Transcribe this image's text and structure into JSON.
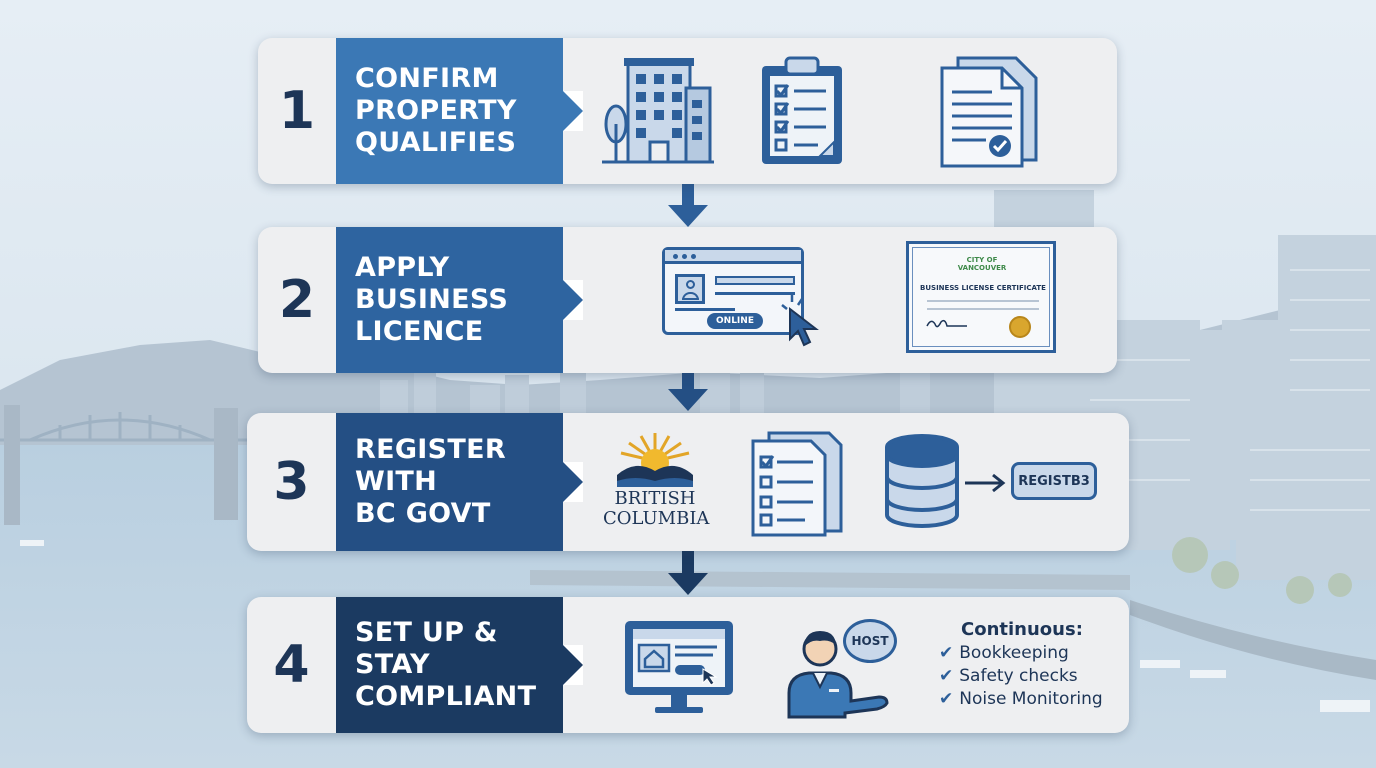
{
  "steps": [
    {
      "number": "1",
      "title": "CONFIRM\nPROPERTY\nQUALIFIES",
      "color": "#3b78b5"
    },
    {
      "number": "2",
      "title": "APPLY\nBUSINESS\nLICENCE",
      "color": "#2e64a0"
    },
    {
      "number": "3",
      "title": "REGISTER\nWITH\nBC GOVT",
      "color": "#244f84"
    },
    {
      "number": "4",
      "title": "SET UP &\nSTAY\nCOMPLIANT",
      "color": "#1b3a61"
    }
  ],
  "icons": {
    "step1": [
      "building-icon",
      "checklist-clipboard-icon",
      "document-check-icon"
    ],
    "step2": [
      "online-application-window-icon",
      "business-license-certificate-icon"
    ],
    "step3": [
      "british-columbia-logo",
      "checklist-form-icon",
      "database-icon",
      "registration-number-icon"
    ],
    "step4": [
      "website-monitor-icon",
      "host-person-icon"
    ]
  },
  "online_button": "ONLINE",
  "certificate": {
    "issuer": "CITY OF VANCOUVER",
    "title": "BUSINESS LICENSE CERTIFICATE"
  },
  "bc_logo": {
    "line1": "BRITISH",
    "line2": "COLUMBIA"
  },
  "registration_box": "REGISTB3",
  "host_bubble": "HOST",
  "continuous": {
    "title": "Continuous:",
    "items": [
      "Bookkeeping",
      "Safety checks",
      "Noise Monitoring"
    ]
  },
  "colors": {
    "navy": "#1d3557",
    "icon_blue": "#2d5f9a",
    "icon_fill": "#c9d8ea",
    "card": "#eeeff1"
  }
}
